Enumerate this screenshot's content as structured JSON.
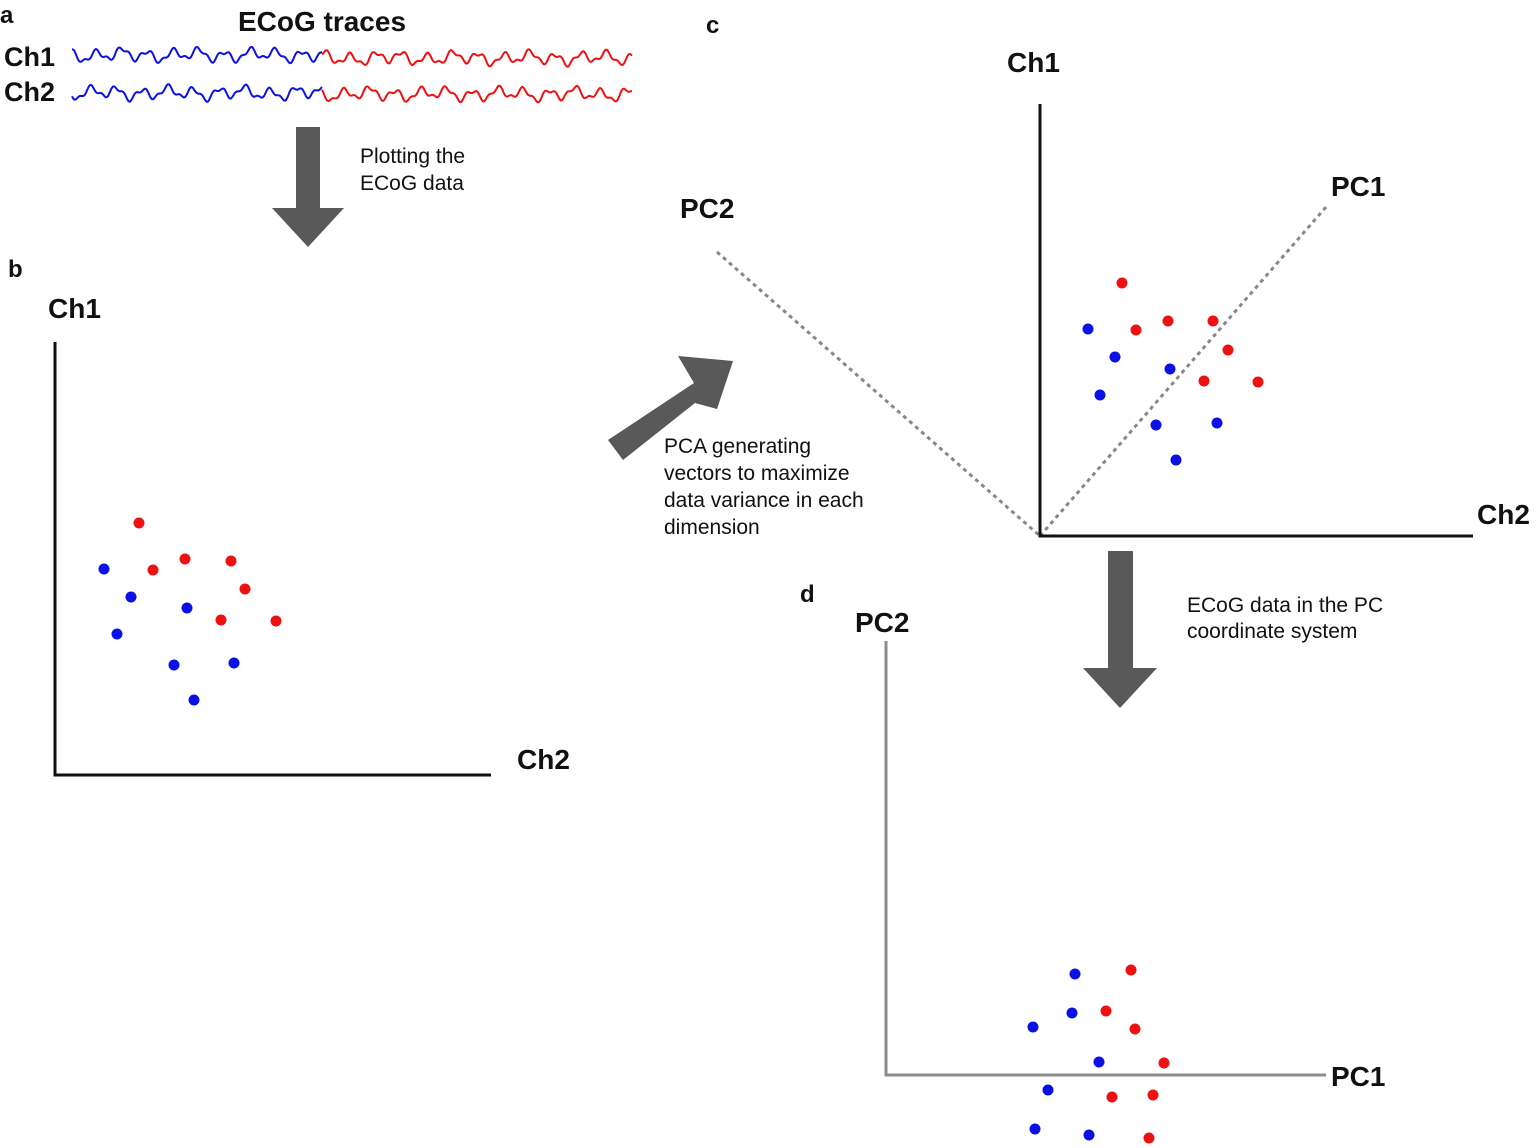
{
  "colors": {
    "blue": "#0a10e6",
    "red": "#ee1111",
    "arrow": "#595959",
    "axis": "#111111",
    "axis_d": "#8c8c8c",
    "dotted": "#888888"
  },
  "panel_a": {
    "letter": "a",
    "title": "ECoG traces",
    "ch1": "Ch1",
    "ch2": "Ch2"
  },
  "arrow_ab_label": [
    "Plotting the",
    "ECoG data"
  ],
  "panel_b": {
    "letter": "b",
    "y_label": "Ch1",
    "x_label": "Ch2"
  },
  "arrow_bc_label": [
    "PCA generating",
    "vectors to maximize",
    "data variance in each",
    "dimension"
  ],
  "panel_c": {
    "letter": "c",
    "y_label": "Ch1",
    "x_label": "Ch2",
    "pc1_label": "PC1",
    "pc2_label": "PC2"
  },
  "arrow_cd_label": [
    "ECoG data in the PC",
    "coordinate system"
  ],
  "panel_d": {
    "letter": "d",
    "y_label": "PC2",
    "x_label": "PC1"
  }
}
